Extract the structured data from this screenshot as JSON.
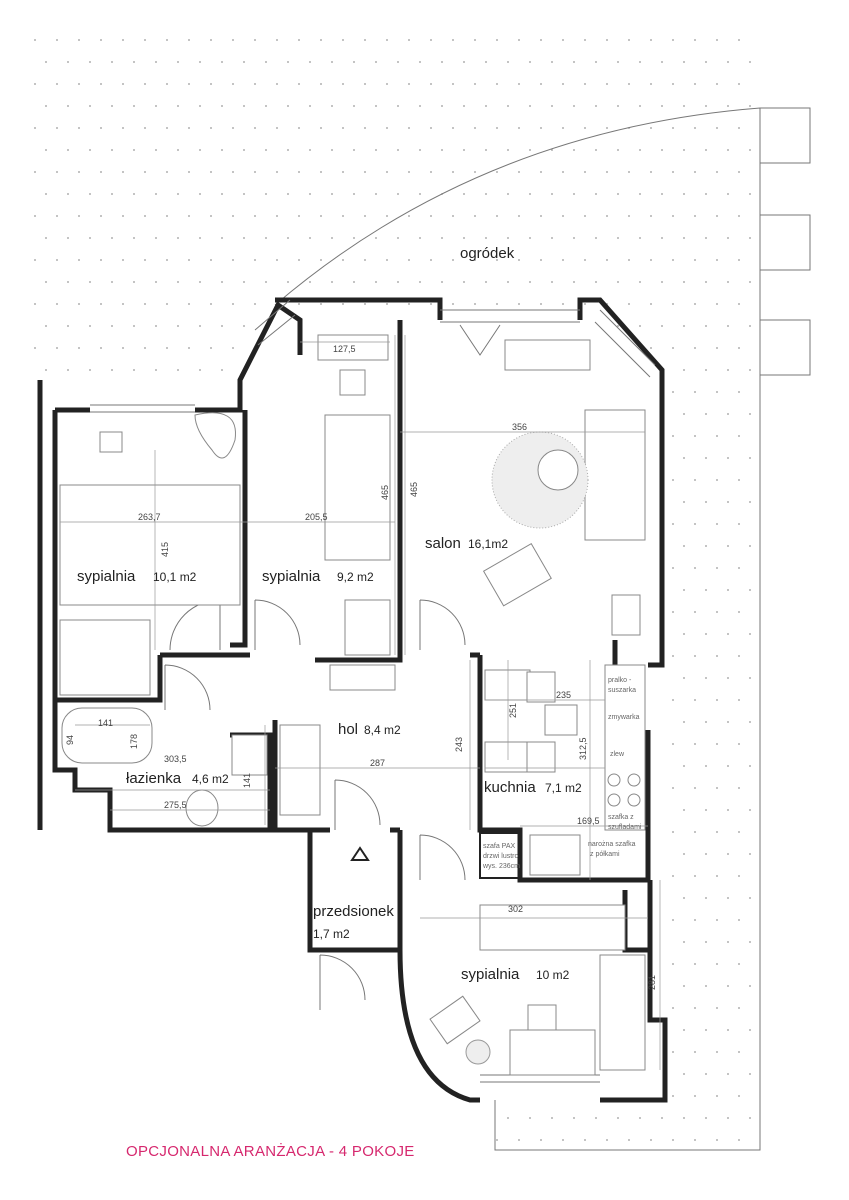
{
  "garden_label": "ogródek",
  "rooms": [
    {
      "name": "sypialnia",
      "area": "10,1 m2"
    },
    {
      "name": "sypialnia",
      "area": "9,2 m2"
    },
    {
      "name": "salon",
      "area": "16,1m2"
    },
    {
      "name": "hol",
      "area": "8,4 m2"
    },
    {
      "name": "łazienka",
      "area": "4,6 m2"
    },
    {
      "name": "kuchnia",
      "area": "7,1 m2"
    },
    {
      "name": "przedsionek",
      "area": "1,7 m2"
    },
    {
      "name": "sypialnia",
      "area": "10 m2"
    }
  ],
  "dimensions": [
    "127,5",
    "356",
    "465",
    "465",
    "263,7",
    "205,5",
    "415",
    "235",
    "251",
    "312,5",
    "141",
    "94",
    "178",
    "303,5",
    "275,5",
    "141",
    "287",
    "243",
    "169,5",
    "302",
    "281"
  ],
  "appliances": [
    "pralko -",
    "suszarka",
    "zmywarka",
    "zlew",
    "szafka z",
    "szufladami",
    "narożna szafka",
    "z półkami"
  ],
  "wardrobe_note": [
    "szafa PAX",
    "drzwi lustro",
    "wys. 236cm"
  ],
  "title": "OPCJONALNA ARANŻACJA - 4 POKOJE",
  "colors": {
    "title": "#d6286e",
    "wall": "#222222",
    "dots": "#9a9a9a"
  }
}
